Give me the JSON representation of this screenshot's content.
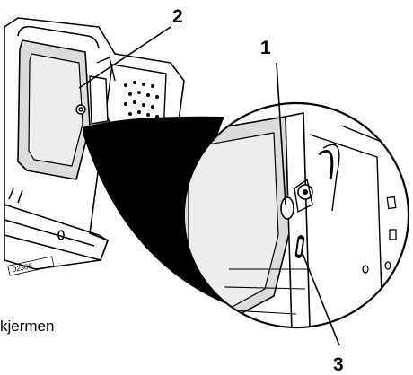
{
  "callouts": {
    "one": "1",
    "two": "2",
    "three": "3"
  },
  "figure_code": "02306",
  "caption_fragment": "kjermen",
  "colors": {
    "line": "#000000",
    "panel_fill": "#dcdcdc",
    "panel_light": "#ededed",
    "background": "#ffffff"
  }
}
